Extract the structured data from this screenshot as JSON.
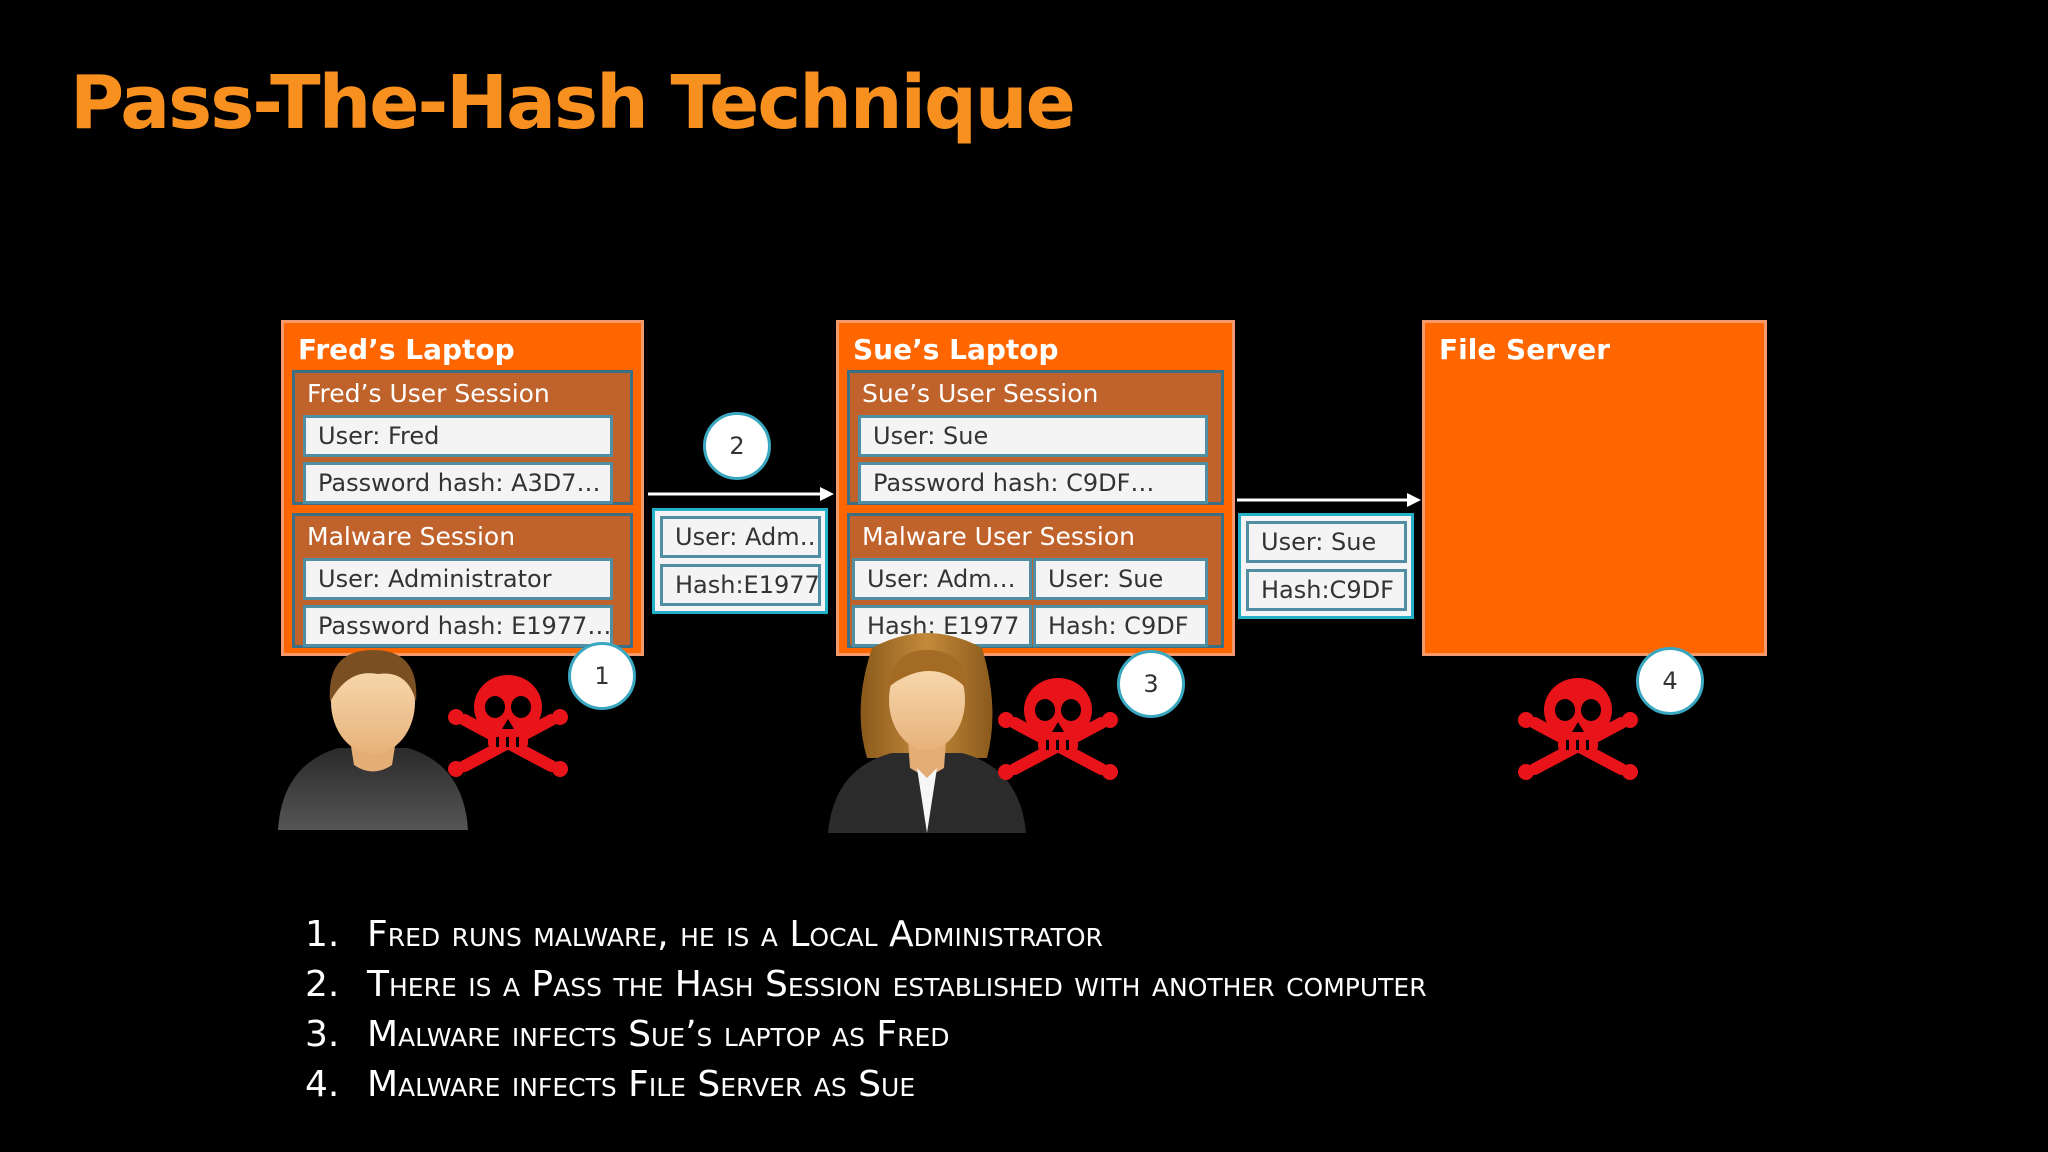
{
  "title": "Pass-The-Hash Technique",
  "machines": {
    "fred": {
      "title": "Fred’s Laptop",
      "user_session": {
        "title": "Fred’s User Session",
        "user": "User: Fred",
        "hash": "Password hash: A3D7…"
      },
      "malware_session": {
        "title": "Malware Session",
        "user": "User: Administrator",
        "hash": "Password hash: E1977…"
      }
    },
    "sue": {
      "title": "Sue’s Laptop",
      "user_session": {
        "title": "Sue’s User Session",
        "user": "User: Sue",
        "hash": "Password hash: C9DF…"
      },
      "malware_session": {
        "title": "Malware User Session",
        "user_admin": "User: Adm…",
        "user_sue": "User: Sue",
        "hash_admin": "Hash: E1977",
        "hash_sue": "Hash: C9DF"
      }
    },
    "server": {
      "title": "File Server"
    }
  },
  "packets": {
    "to_sue": {
      "user": "User: Adm…",
      "hash": "Hash:E1977"
    },
    "to_server": {
      "user": "User: Sue",
      "hash": "Hash:C9DF"
    }
  },
  "circles": [
    "1",
    "2",
    "3",
    "4"
  ],
  "steps": [
    {
      "num": "1.",
      "text": "Fred runs malware, he is a Local Administrator"
    },
    {
      "num": "2.",
      "text": "There is a Pass the Hash Session established with another computer"
    },
    {
      "num": "3.",
      "text": "Malware infects Sue’s laptop as Fred"
    },
    {
      "num": "4.",
      "text": "Malware infects File Server as Sue"
    }
  ],
  "colors": {
    "accent": "#f7901e",
    "machine": "#ff6600",
    "session": "#c0622b",
    "skull": "#e8141a"
  },
  "icons": [
    "person-male-icon",
    "person-female-icon",
    "skull-crossbones-icon"
  ]
}
